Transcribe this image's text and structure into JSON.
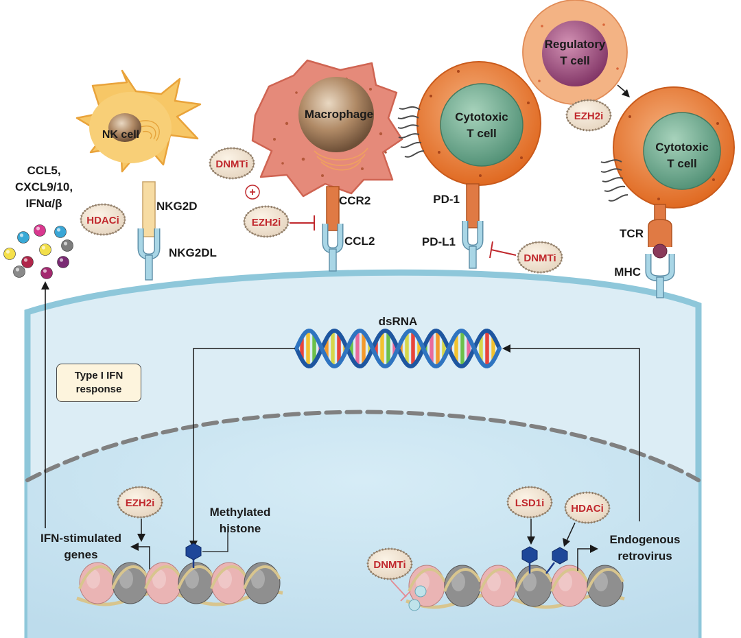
{
  "colors": {
    "cytoplasm": "#dcedf5",
    "membrane": "#8ec7da",
    "nucleus": "#cbe5f1",
    "drug_text": "#c0282d",
    "tcell_outer": "#e8792e",
    "nucleus_green": "#5c9e83",
    "nk_cell": "#f7c766",
    "macrophage": "#e58a7a",
    "treg": "#f3b384",
    "treg_nucleus": "#9a4a78",
    "receptor_blue": "#a9d6e6",
    "receptor_orange": "#e07a44"
  },
  "cells": {
    "nk": "NK cell",
    "macrophage": "Macrophage",
    "ctl1": [
      "Cytotoxic",
      "T cell"
    ],
    "ctl2": [
      "Cytotoxic",
      "T cell"
    ],
    "treg": [
      "Regulatory",
      "T cell"
    ]
  },
  "receptors": {
    "nkg2d": "NKG2D",
    "nkg2dl": "NKG2DL",
    "ccr2": "CCR2",
    "ccl2": "CCL2",
    "pd1": "PD-1",
    "pdl1": "PD-L1",
    "tcr": "TCR",
    "mhc": "MHC"
  },
  "cytokines": {
    "label_lines": [
      "CCL5,",
      "CXCL9/10,",
      "IFNα/β"
    ],
    "dot_colors": [
      "#39a9d6",
      "#d9388f",
      "#3aa6d6",
      "#f5e04a",
      "#f2df4a",
      "#7d7d7d",
      "#b0264a",
      "#7a2a73",
      "#8a8a8a",
      "#a3296f"
    ]
  },
  "drugs": {
    "hdaci_top": "HDACi",
    "dnmti_top": "DNMTi",
    "ezh2i_macro": "EZH2i",
    "dnmti_pdl1": "DNMTi",
    "ezh2i_treg": "EZH2i",
    "ezh2i_bottom": "EZH2i",
    "lsd1i": "LSD1i",
    "hdaci_bottom": "HDACi",
    "dnmti_bottom": "DNMTi"
  },
  "symbols": {
    "plus": "+"
  },
  "labels": {
    "dsrna": "dsRNA",
    "type1_ifn": [
      "Type I IFN",
      "response"
    ],
    "ifn_genes": [
      "IFN-stimulated",
      "genes"
    ],
    "methylated": [
      "Methylated",
      "histone"
    ],
    "retrovirus": [
      "Endogenous",
      "retrovirus"
    ]
  }
}
